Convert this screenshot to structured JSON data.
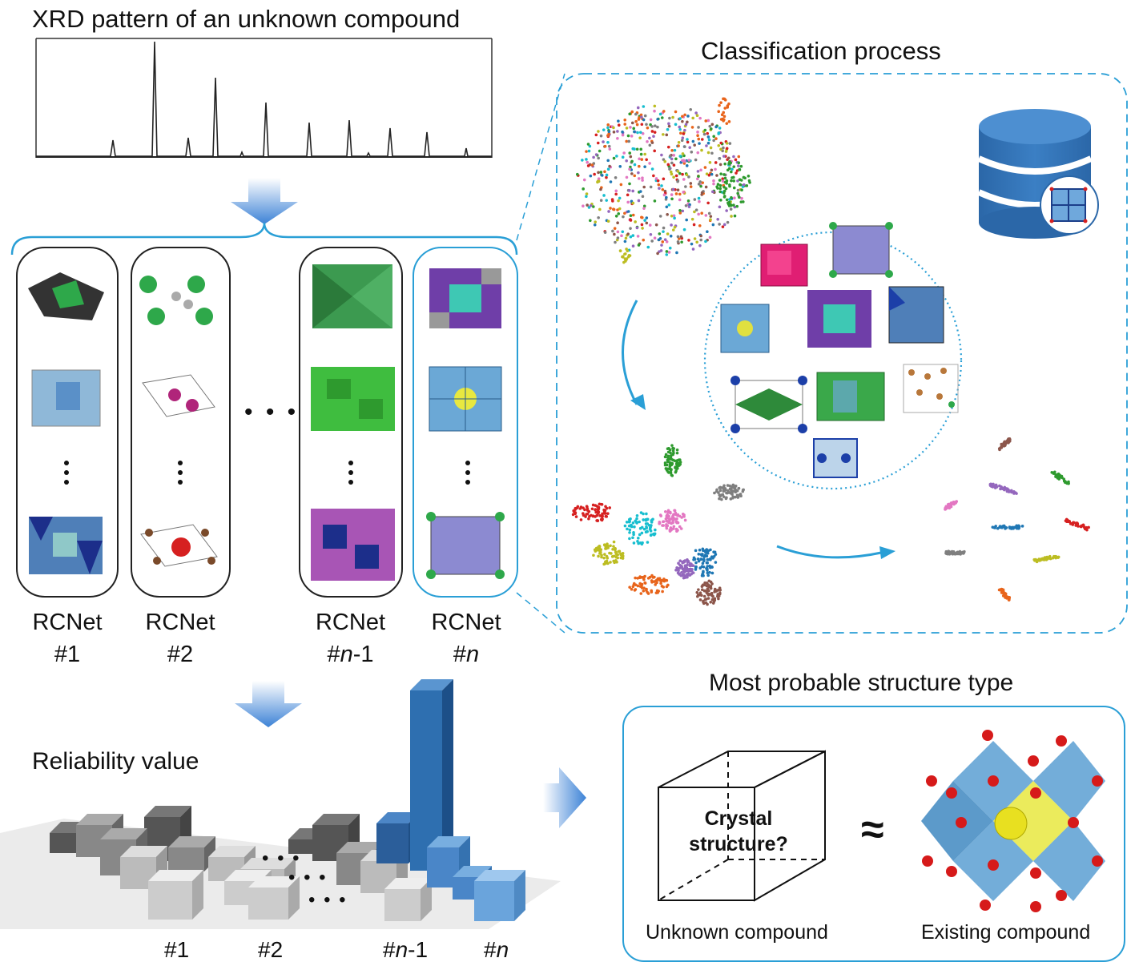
{
  "top": {
    "xrd_title": "XRD pattern of an unknown compound",
    "classification_title": "Classification process"
  },
  "rcnets": [
    {
      "line1": "RCNet",
      "line2": "#1"
    },
    {
      "line1": "RCNet",
      "line2": "#2"
    },
    {
      "line1": "RCNet",
      "line2_prefix": "#",
      "line2_n": "n",
      "line2_suffix": "-1"
    },
    {
      "line1": "RCNet",
      "line2_prefix": "#",
      "line2_n": "n",
      "line2_suffix": ""
    }
  ],
  "ellipsis": "• • •",
  "reliability": {
    "title": "Reliability value",
    "labels": {
      "first": "#1",
      "second": "#2",
      "third_prefix": "#",
      "third_n": "n",
      "third_suffix": "-1",
      "fourth_prefix": "#",
      "fourth_n": "n"
    }
  },
  "result": {
    "title": "Most probable structure type",
    "box_text_line1": "Crystal",
    "box_text_line2": "structure?",
    "approx": "≈",
    "unknown_label": "Unknown compound",
    "existing_label": "Existing compound"
  },
  "colors": {
    "accent_blue": "#2a9fd6",
    "bar_blue": "#2e6fb0",
    "arrow_blue": "#4a8fd9",
    "database_blue": "#2e6fb7"
  }
}
